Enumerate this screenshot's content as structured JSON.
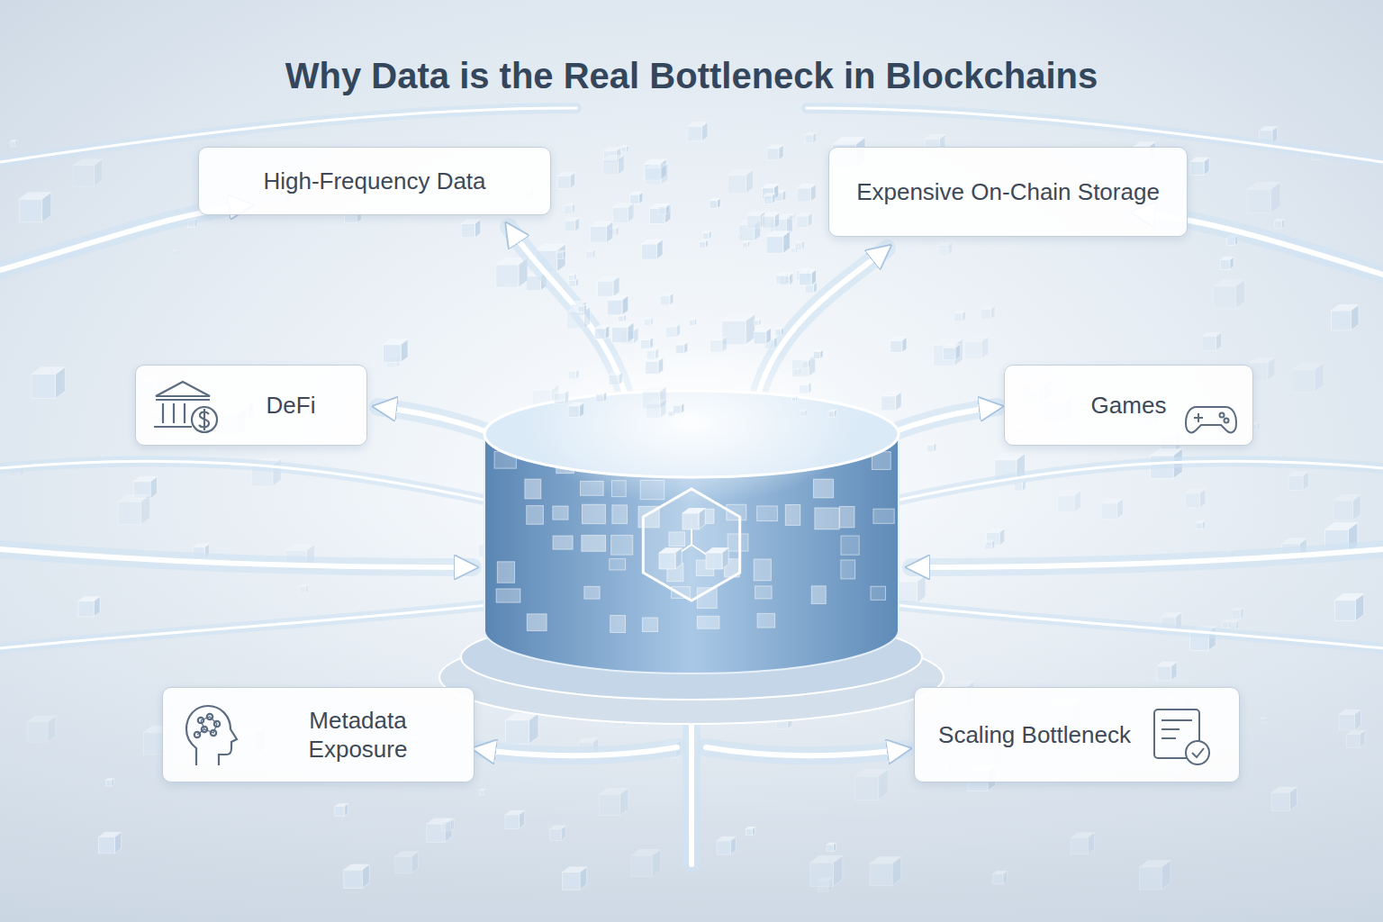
{
  "diagram": {
    "title": "Why Data is the Real Bottleneck in Blockchains",
    "nodes": [
      {
        "text": [
          "High-Frequency Data"
        ]
      },
      {
        "text": [
          "Expensive On-Chain Storage"
        ]
      },
      {
        "text": [
          "DeFi"
        ]
      },
      {
        "text": [
          "Games"
        ]
      },
      {
        "text": [
          "Metadata Exposure"
        ]
      },
      {
        "text": [
          "Scaling Bottleneck"
        ]
      }
    ]
  }
}
